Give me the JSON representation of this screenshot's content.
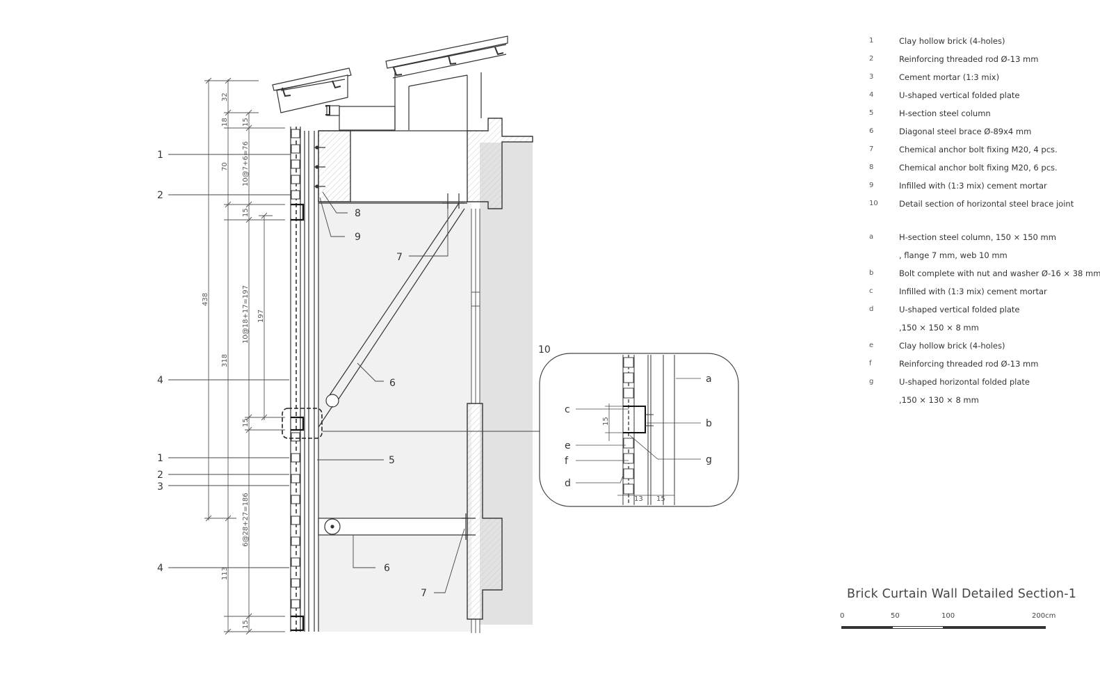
{
  "legend_numbers": [
    {
      "key": "1",
      "text": "Clay hollow brick (4-holes)"
    },
    {
      "key": "2",
      "text": "Reinforcing threaded rod Ø-13 mm"
    },
    {
      "key": "3",
      "text": "Cement mortar (1:3 mix)"
    },
    {
      "key": "4",
      "text": "U-shaped vertical folded plate"
    },
    {
      "key": "5",
      "text": "H-section steel column"
    },
    {
      "key": "6",
      "text": "Diagonal steel brace Ø-89x4 mm"
    },
    {
      "key": "7",
      "text": "Chemical anchor bolt fixing M20, 4 pcs."
    },
    {
      "key": "8",
      "text": "Chemical anchor bolt fixing M20, 6 pcs."
    },
    {
      "key": "9",
      "text": "Infilled with (1:3 mix) cement mortar"
    },
    {
      "key": "10",
      "text": "Detail section of horizontal steel brace joint"
    }
  ],
  "legend_letters": [
    {
      "key": "a",
      "text": "H-section steel column, 150 × 150 mm"
    },
    {
      "key": "",
      "text": ", flange 7 mm, web 10 mm"
    },
    {
      "key": "b",
      "text": "Bolt complete with nut and washer Ø-16 × 38 mm"
    },
    {
      "key": "c",
      "text": "Infilled with (1:3 mix) cement mortar"
    },
    {
      "key": "d",
      "text": "U-shaped vertical folded plate"
    },
    {
      "key": "",
      "text": ",150 × 150 × 8 mm"
    },
    {
      "key": "e",
      "text": "Clay hollow brick (4-holes)"
    },
    {
      "key": "f",
      "text": "Reinforcing threaded rod Ø-13 mm"
    },
    {
      "key": "g",
      "text": "U-shaped horizontal folded plate"
    },
    {
      "key": "",
      "text": ",150 × 130 × 8 mm"
    }
  ],
  "title": "Brick Curtain Wall Detailed Section-1",
  "scale_bar": {
    "labels": [
      "0",
      "50",
      "100",
      "200cm"
    ]
  },
  "callouts_left": [
    "1",
    "2",
    "4",
    "1",
    "2",
    "3",
    "4"
  ],
  "callouts_mid": [
    "8",
    "9",
    "7",
    "6",
    "5",
    "6",
    "7"
  ],
  "detail_label": "10",
  "detail_callouts": [
    "a",
    "b",
    "c",
    "e",
    "f",
    "d",
    "g"
  ],
  "detail_dims": [
    "15",
    "13",
    "15"
  ],
  "dimensions": [
    "32",
    "18",
    "15",
    "70",
    "10@7+6=76",
    "15",
    "438",
    "10@18+17=197",
    "197",
    "318",
    "15",
    "6@28+27=186",
    "113",
    "15"
  ],
  "colors": {
    "line": "#333333",
    "shade": "#e3e3e3",
    "panel": "#f2f2f2",
    "scale_dark": "#333333"
  }
}
